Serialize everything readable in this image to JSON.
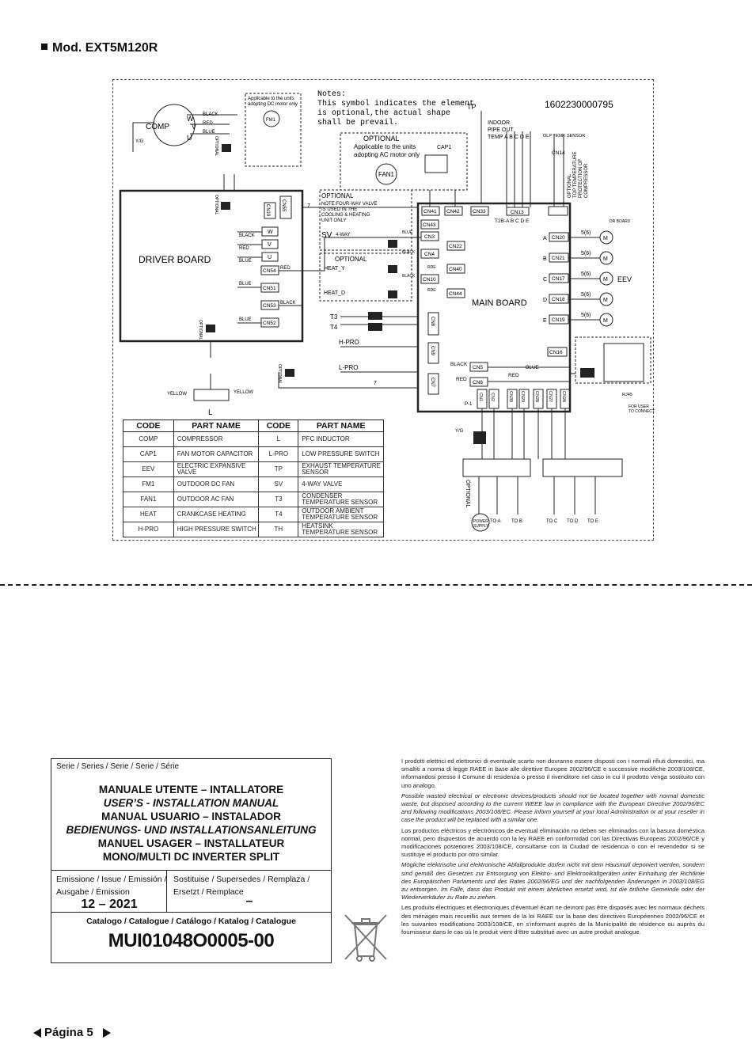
{
  "header": {
    "model_title": "Mod. EXT5M120R"
  },
  "diagram": {
    "doc_number": "1602230000795",
    "notes": [
      "Notes:",
      "This symbol indicates the element",
      "is optional,the actual shape",
      "shall be prevail."
    ],
    "dc_motor_note": [
      "Applicable to the units",
      "adopting DC motor only"
    ],
    "ac_motor_note": [
      "Applicable to the units",
      "adopting AC motor only"
    ],
    "four_way_note": [
      "NOTE:FOUR-WAY VALVE",
      "IS USED IN THE",
      "COOLING & HEATING",
      "UNIT ONLY"
    ],
    "labels": {
      "comp": "COMP",
      "w": "W",
      "v": "V",
      "u": "U",
      "yg": "Y/G",
      "fm1": "FM1",
      "fan1": "FAN1",
      "cap1": "CAP1",
      "optional": "OPTIONAL",
      "optional_v": "OPTIONAL",
      "driver_board": "DRIVER BOARD",
      "main_board": "MAIN BOARD",
      "black": "BLACK",
      "red": "RED",
      "blue": "BLUE",
      "yellow": "YELLOW",
      "rde": "RDE",
      "l": "L",
      "sv": "SV",
      "four_way": "4-WAY",
      "heat_y": "HEAT_Y",
      "heat_d": "HEAT_D",
      "t3": "T3",
      "t4": "T4",
      "h_pro": "H-PRO",
      "l_pro": "L-PRO",
      "tp": "TP",
      "indoor_pipe": [
        "INDOOR",
        "PIPE OUT",
        "TEMP"
      ],
      "abcde": "A B C D E",
      "t2b": "T2B-A B C D E",
      "olp": "OLP TEMP. SENSOR",
      "top_temp": [
        "OPTIONAL",
        "TOP TEMPERATURE",
        "PROTECTION OF",
        "COMPRESSOR"
      ],
      "eev": "EEV",
      "m": "M",
      "count": "5(6)",
      "rj45": "RJ45",
      "for_user": [
        "FOR USER",
        "TO CONNECT"
      ],
      "power_supply": [
        "POWER",
        "SUPPLY"
      ],
      "p1": "P-1",
      "dr_board": "DR BOARD",
      "seven": "7",
      "to_a": "TO A",
      "to_b": "TO B",
      "to_c": "TO C",
      "to_d": "TO D",
      "to_e": "TO E"
    },
    "driver_connectors": [
      "CN55",
      "CN19",
      "W",
      "V",
      "U",
      "CN54",
      "CN51",
      "CN53",
      "CN52"
    ],
    "main_connectors": [
      "CN41",
      "CN42",
      "CN33",
      "CN13",
      "CN14",
      "CN43",
      "CN3",
      "CN22",
      "CN4",
      "CN40",
      "CN10",
      "CN44",
      "CN8",
      "CN9",
      "CN7",
      "CN5",
      "CN6",
      "CN16",
      "CN1",
      "CN2",
      "CN30",
      "CN29",
      "CN28",
      "CN27",
      "CN26"
    ],
    "eev_ports": [
      {
        "letter": "A",
        "cn": "CN20"
      },
      {
        "letter": "B",
        "cn": "CN21"
      },
      {
        "letter": "C",
        "cn": "CN17"
      },
      {
        "letter": "D",
        "cn": "CN18"
      },
      {
        "letter": "E",
        "cn": "CN19"
      }
    ]
  },
  "legend": {
    "headers": [
      "CODE",
      "PART NAME",
      "CODE",
      "PART NAME"
    ],
    "rows": [
      [
        "COMP",
        "COMPRESSOR",
        "L",
        "PFC INDUCTOR"
      ],
      [
        "CAP1",
        "FAN MOTOR CAPACITOR",
        "L-PRO",
        "LOW PRESSURE SWITCH"
      ],
      [
        "EEV",
        "ELECTRIC EXPANSIVE VALVE",
        "TP",
        "EXHAUST TEMPERATURE SENSOR"
      ],
      [
        "FM1",
        "OUTDOOR DC FAN",
        "SV",
        "4-WAY VALVE"
      ],
      [
        "FAN1",
        "OUTDOOR AC FAN",
        "T3",
        "CONDENSER TEMPERATURE SENSOR"
      ],
      [
        "HEAT",
        "CRANKCASE HEATING",
        "T4",
        "OUTDOOR AMBIENT TEMPERATURE SENSOR"
      ],
      [
        "H-PRO",
        "HIGH PRESSURE SWITCH",
        "TH",
        "HEATSINK TEMPERATURE SENSOR"
      ]
    ]
  },
  "catalog": {
    "series_label": "Serie / Series / Serie / Serie / Série",
    "title1": "MANUALE UTENTE – INTALLATORE",
    "title2": "USER’S - INSTALLATION MANUAL",
    "title3": "MANUAL USUARIO – INSTALADOR",
    "title4": "BEDIENUNGS- UND INSTALLATIONSANLEITUNG",
    "title5": "MANUEL USAGER – INSTALLATEUR",
    "title6": "MONO/MULTI DC INVERTER SPLIT",
    "issue_label": "Emissione / Issue / Emissión / Ausgabe / Émission",
    "issue_value": "12 – 2021",
    "supersedes_label": "Sostituise / Supersedes / Remplaza / Ersetzt / Remplace",
    "supersedes_value": "–",
    "catalog_label": "Catalogo / Catalogue / Catálogo / Katalog / Catalogue",
    "catalog_code": "MUI01048O0005-00"
  },
  "weee": {
    "it": "I prodotti elettrici ed elettronici di eventuale scarto non dovranno essere disposti con i normali rifiuti domestici, ma smaltiti a norma di legge RAEE in base alle direttive Europee 2002/96/CE e successive modifiche 2003/108/CE, informandosi presso il Comune di residenza o presso il rivenditore nel caso in cui il prodotto venga sostituito con uno analogo.",
    "en": "Possible wasted electrical or electronic devices/products should not be located together with normal domestic waste, but disposed according to the current WEEE law in compliance with the European Directive 2002/96/EC and following modifications 2003/108/EC. Please inform yourself at your local Administration or at your reseller in case the product will be replaced with a similar one.",
    "es": "Los productos eléctricos y electrónicos de eventual eliminación no deben ser eliminados con la basura doméstica normal, pero dispuestos de acuerdo con la ley RAEE en conformidad con las Directivas Europeas 2002/96/CE y modificaciones posteriores 2003/108/CE, consultarse con la Ciudad de residencia o con el revendedor si se sustituye el producto por otro similar.",
    "de": "Mögliche elektrische und elektronische Abfallprodukte dürfen nicht mit dem Hausmüll deponiert werden, sondern sind gemäß des Gesetzes zur Entsorgung von Elektro- und Elektronikaltgeräten unter Einhaltung der Richtlinie des Europäischen Parlaments und des Rates 2002/96/EG und der nachfolgenden Änderungen in 2003/108/EG zu entsorgen. Im Falle, dass das Produkt mit einem ähnlichen ersetzt wird, ist die örtliche Gemeinde oder der Wiederverkäufer zu Rate zu ziehen.",
    "fr": "Les produits électriques et électroniques d’éventuel écart ne devront pas être disposés avec les normaux déchets des ménages mais recueillis aux termes de la loi RAEE sur la base des directives Européennes 2002/96/CE et les suivantes modifications 2003/108/CE, en s’informant auprès de la Municipalité de résidence ou auprès du fournisseur dans le cas où le produit vient d’être substitué avec un autre produit analogue."
  },
  "footer": {
    "page_label": "Página 5"
  }
}
